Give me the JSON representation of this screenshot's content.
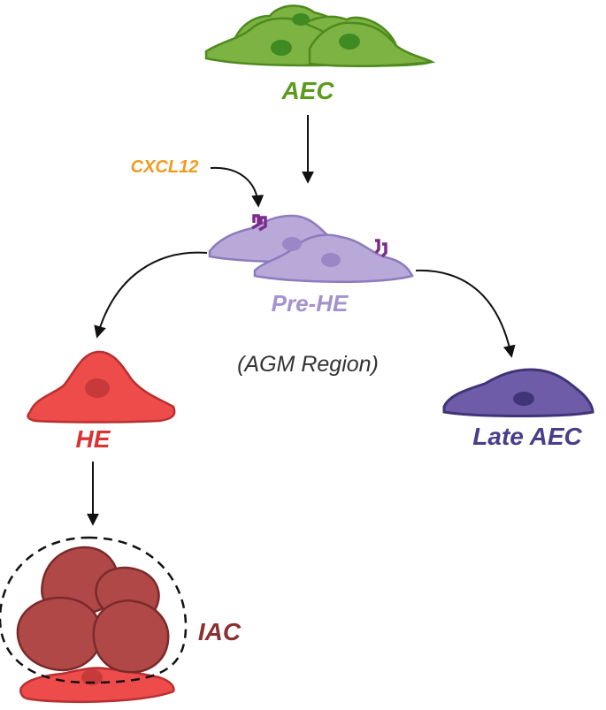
{
  "labels": {
    "aec": "AEC",
    "cxcl12": "CXCL12",
    "pre_he": "Pre-HE",
    "region": "(AGM Region)",
    "he": "HE",
    "late_aec": "Late AEC",
    "iac": "IAC"
  },
  "colors": {
    "aec_fill": "#7cb342",
    "aec_stroke": "#4e8a1e",
    "aec_nucleus": "#3f8a22",
    "aec_text": "#5a9a1e",
    "cxcl12_text": "#f39a1e",
    "prehe_fill": "#b8a9d8",
    "prehe_stroke": "#8e7bbd",
    "prehe_nucleus": "#9a87c6",
    "prehe_text": "#a593cf",
    "receptor": "#7b2d8e",
    "he_fill": "#ee4b4b",
    "he_stroke": "#b73030",
    "he_nucleus": "#c73a3a",
    "he_text": "#d93333",
    "late_fill": "#6e5ca8",
    "late_stroke": "#3f3478",
    "late_nucleus": "#3f3478",
    "late_text": "#4a3d8a",
    "iac_fill": "#b04848",
    "iac_stroke": "#7a2a2a",
    "iac_text": "#8a3030",
    "region_text": "#333333",
    "arrow": "#111111"
  }
}
